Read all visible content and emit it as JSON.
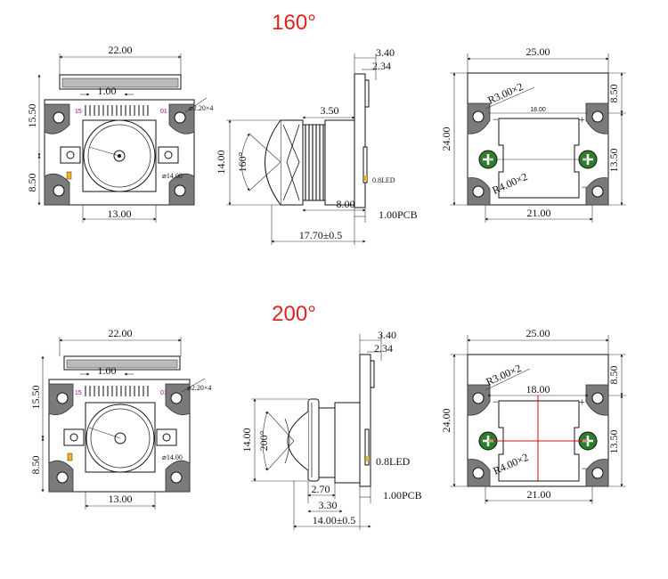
{
  "titles": {
    "top": "160°",
    "bottom": "200°"
  },
  "colors": {
    "title": "#e0241c",
    "red_line": "#d01010",
    "screw": "#2d7d2d",
    "pin_label": "#8a0a8a"
  },
  "top": {
    "front": {
      "width": "22.00",
      "pitch": "1.00",
      "upper_height": "15.50",
      "lower_height": "8.50",
      "hole_label": "⌀2.20×4",
      "lens_dia": "⌀14.00",
      "base_width": "13.00",
      "pin15": "15",
      "pin01": "01"
    },
    "side": {
      "top1": "3.40",
      "top2": "2.34",
      "barrel": "3.50",
      "fov": "160°",
      "height": "14.00",
      "led": "0.8LED",
      "bottom1": "8.00",
      "pcb": "1.00PCB",
      "total": "17.70±0.5"
    },
    "back": {
      "width": "25.00",
      "height": "24.00",
      "r_label": "R3.00×2",
      "spacing": "18.00",
      "upper": "8.50",
      "lower": "13.50",
      "r4_label": "R4.00×2",
      "base_width": "21.00",
      "plus": "+",
      "minus": "−"
    }
  },
  "bottom": {
    "front": {
      "width": "22.00",
      "pitch": "1.00",
      "upper_height": "15.50",
      "lower_height": "8.50",
      "hole_label": "⌀2.20×4",
      "lens_dia": "⌀14.00",
      "base_width": "13.00",
      "pin15": "15",
      "pin01": "01"
    },
    "side": {
      "top1": "3.40",
      "top2": "2.34",
      "fov": "200°",
      "height": "14.00",
      "led": "0.8LED",
      "bottom1": "2.70",
      "bottom2": "3.30",
      "pcb": "1.00PCB",
      "total": "14.00±0.5"
    },
    "back": {
      "width": "25.00",
      "height": "24.00",
      "r_label": "R3.00×2",
      "spacing": "18.00",
      "upper": "8.50",
      "lower": "13.50",
      "r4_label": "R4.00×2",
      "base_width": "21.00",
      "plus": "+",
      "minus": "−"
    }
  }
}
